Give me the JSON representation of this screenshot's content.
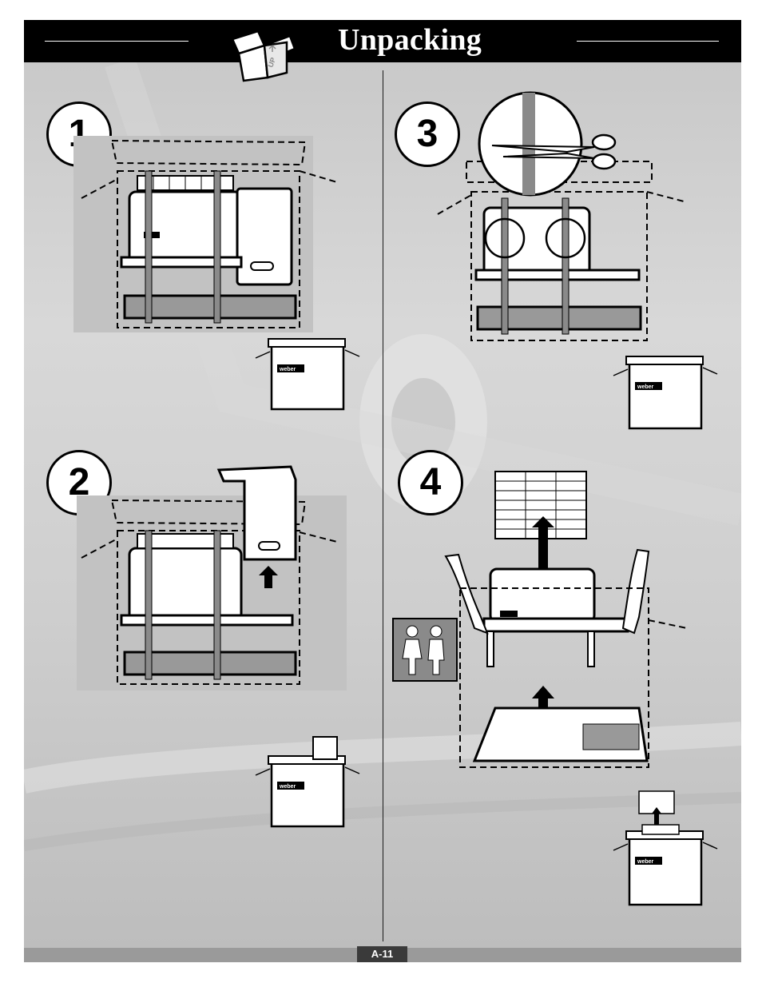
{
  "header": {
    "title": "Unpacking",
    "box_text": "UP"
  },
  "steps": [
    {
      "number": "1"
    },
    {
      "number": "2"
    },
    {
      "number": "3"
    },
    {
      "number": "4"
    }
  ],
  "brand_label": "weber",
  "footer": {
    "page_number": "A-11"
  },
  "colors": {
    "header_bg": "#000000",
    "page_bg": "#cfcfcf",
    "footer_bar": "#9a9a9a",
    "page_tab": "#3a3a3a"
  },
  "icons": [
    "open-box-icon",
    "scissors-icon",
    "two-people-icon",
    "up-arrow-icon",
    "grill-illustration",
    "carton-illustration"
  ]
}
